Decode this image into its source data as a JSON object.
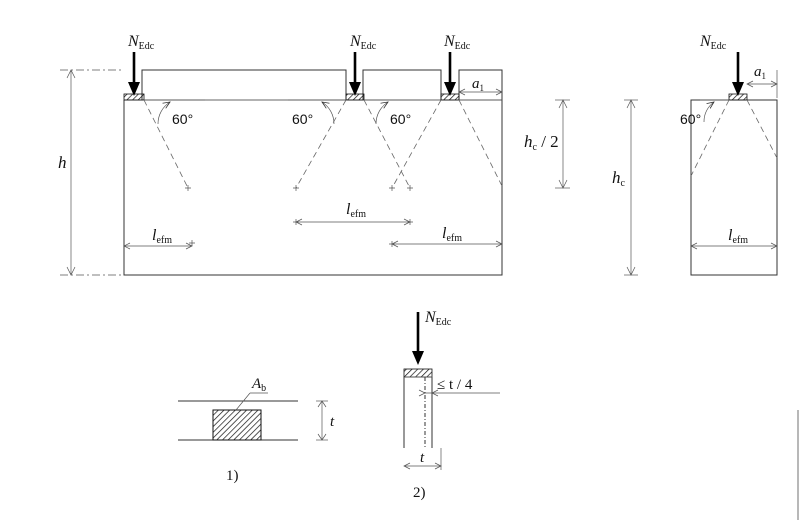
{
  "labels": {
    "N": "N",
    "Edc": "Edc",
    "h": "h",
    "hc": "h",
    "c": "c",
    "slash2": " / 2",
    "l": "l",
    "efm": "efm",
    "a": "a",
    "sub1": "1",
    "angle": "60°",
    "A": "A",
    "b": "b",
    "t": "t",
    "le_t4": "≤ t / 4",
    "fig1": "1)",
    "fig2": "2)"
  }
}
